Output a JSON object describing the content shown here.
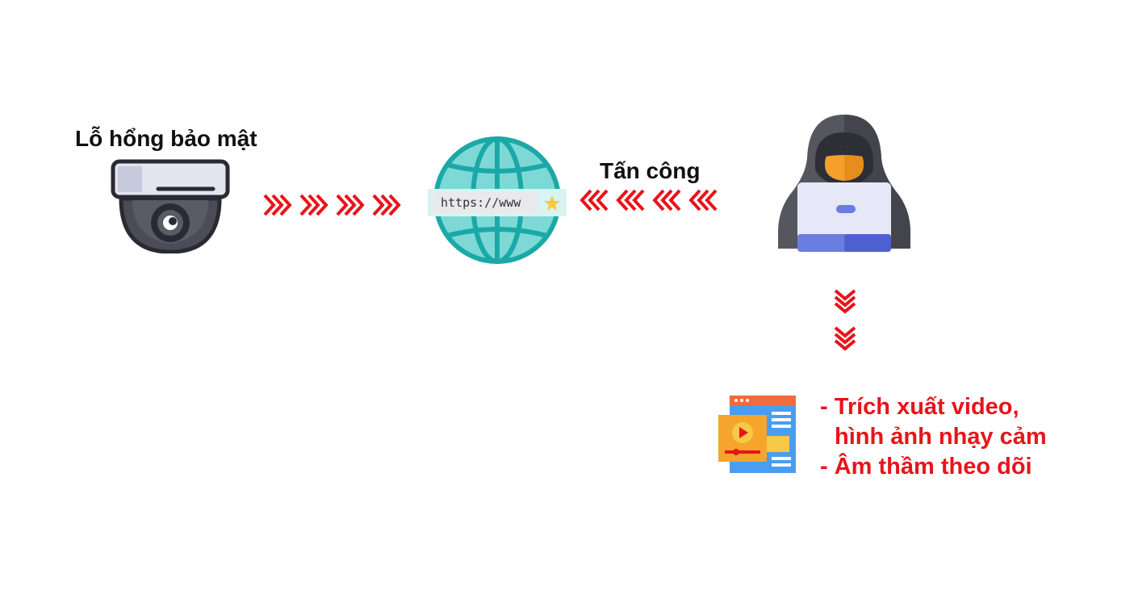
{
  "camera": {
    "label": "Lỗ hổng bảo mật",
    "icon": "security-camera-icon"
  },
  "globe": {
    "url_text": "https://www",
    "icon": "globe-browser-icon",
    "star_icon": "star-icon"
  },
  "attack": {
    "label": "Tấn công",
    "icon": "hacker-laptop-icon"
  },
  "results": {
    "icon": "video-file-icon",
    "lines": [
      "- Trích xuất video,",
      "hình ảnh nhạy cảm",
      "- Âm thầm theo dõi"
    ]
  },
  "arrows": {
    "right_chevrons_icon": "chevrons-right-icon",
    "left_chevrons_icon": "chevrons-left-icon",
    "down_chevrons_icon": "chevrons-down-icon"
  },
  "colors": {
    "arrow_red": "#e8141b",
    "result_red": "#e8141b",
    "label_black": "#111111",
    "globe_teal": "#1aa9a6",
    "globe_light": "#7ed8d6",
    "hacker_grey": "#55565e",
    "hacker_face": "#f5a02b",
    "laptop_blue": "#6a7de0"
  }
}
